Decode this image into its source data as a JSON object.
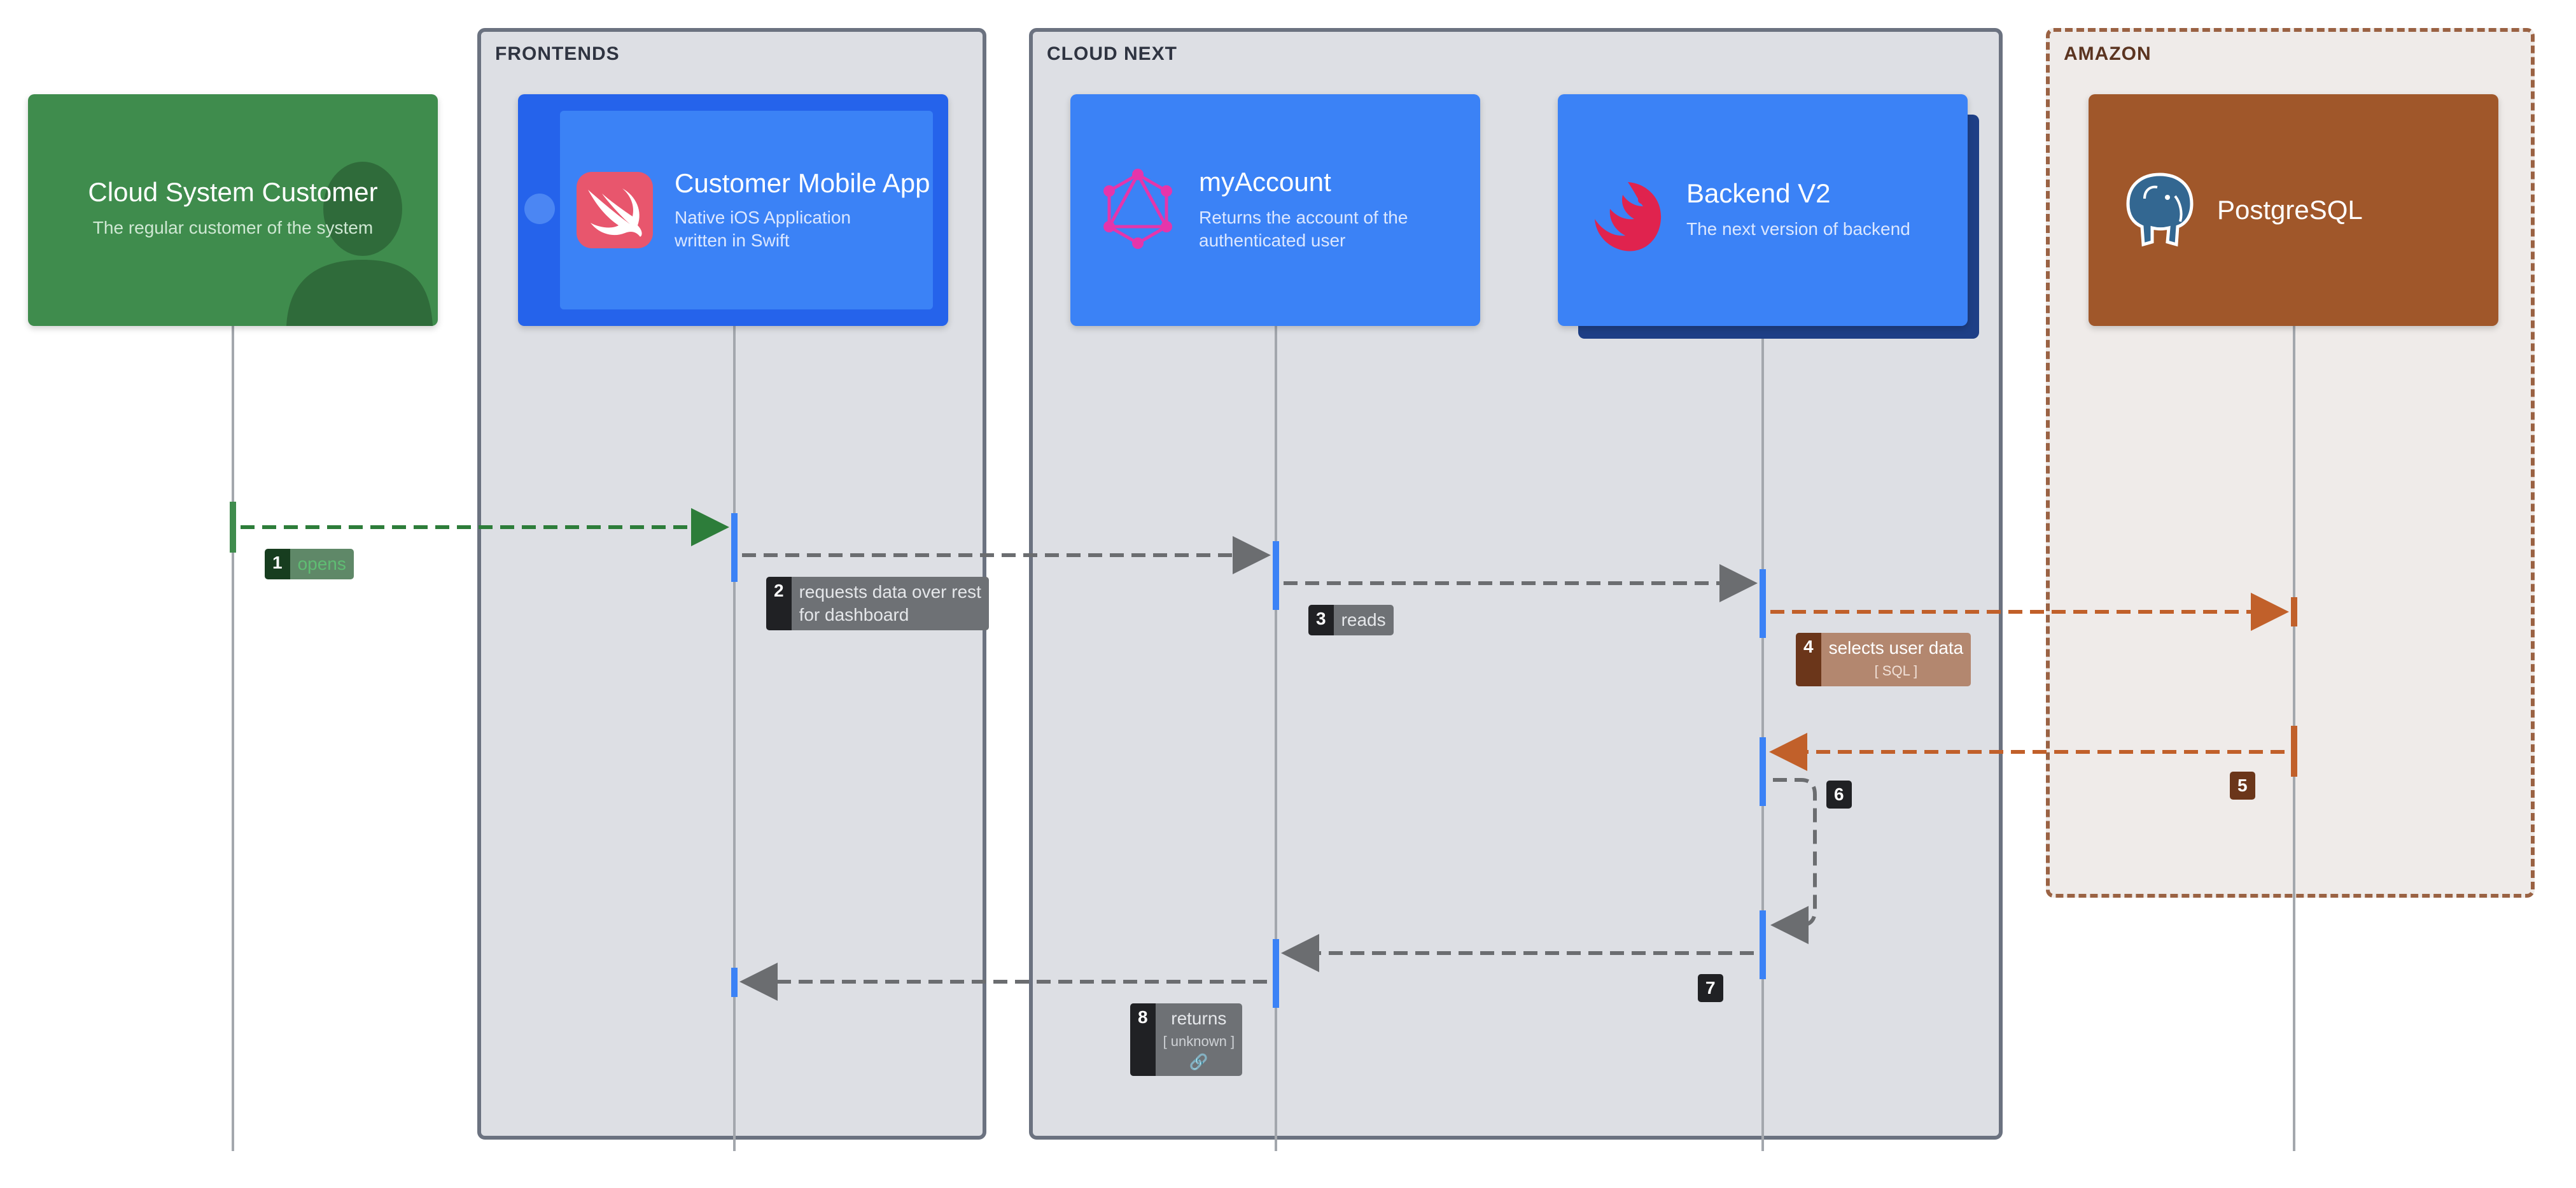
{
  "boundaries": {
    "frontends": "FRONTENDS",
    "cloud_next": "CLOUD NEXT",
    "amazon": "AMAZON"
  },
  "participants": {
    "customer": {
      "title": "Cloud System Customer",
      "description": "The regular customer of the system",
      "icon": "person-silhouette-icon"
    },
    "mobile_app": {
      "title": "Customer Mobile App",
      "description_line1": "Native iOS Application",
      "description_line2": "written in Swift",
      "icon": "swift-icon"
    },
    "my_account": {
      "title": "myAccount",
      "description_line1": "Returns the account of the",
      "description_line2": "authenticated user",
      "icon": "graphql-icon"
    },
    "backend": {
      "title": "Backend V2",
      "description": "The next version of backend",
      "icon": "nestjs-icon"
    },
    "postgres": {
      "title": "PostgreSQL",
      "icon": "postgresql-elephant-icon"
    }
  },
  "steps": [
    {
      "num": "1",
      "label": "opens"
    },
    {
      "num": "2",
      "label_line1": "requests data over rest",
      "label_line2": "for dashboard"
    },
    {
      "num": "3",
      "label": "reads"
    },
    {
      "num": "4",
      "label": "selects user data",
      "tech": "[ SQL ]"
    },
    {
      "num": "5"
    },
    {
      "num": "6"
    },
    {
      "num": "7"
    },
    {
      "num": "8",
      "label": "returns",
      "tech": "[ unknown ]",
      "icon": "link-icon"
    }
  ],
  "colors": {
    "customer": "#3f8c4d",
    "app_blue": "#3b82f6",
    "postgres": "#a0572a",
    "grey_arrow": "#6b6d70",
    "green_arrow": "#2d7d3a",
    "orange_arrow": "#c1602a"
  }
}
